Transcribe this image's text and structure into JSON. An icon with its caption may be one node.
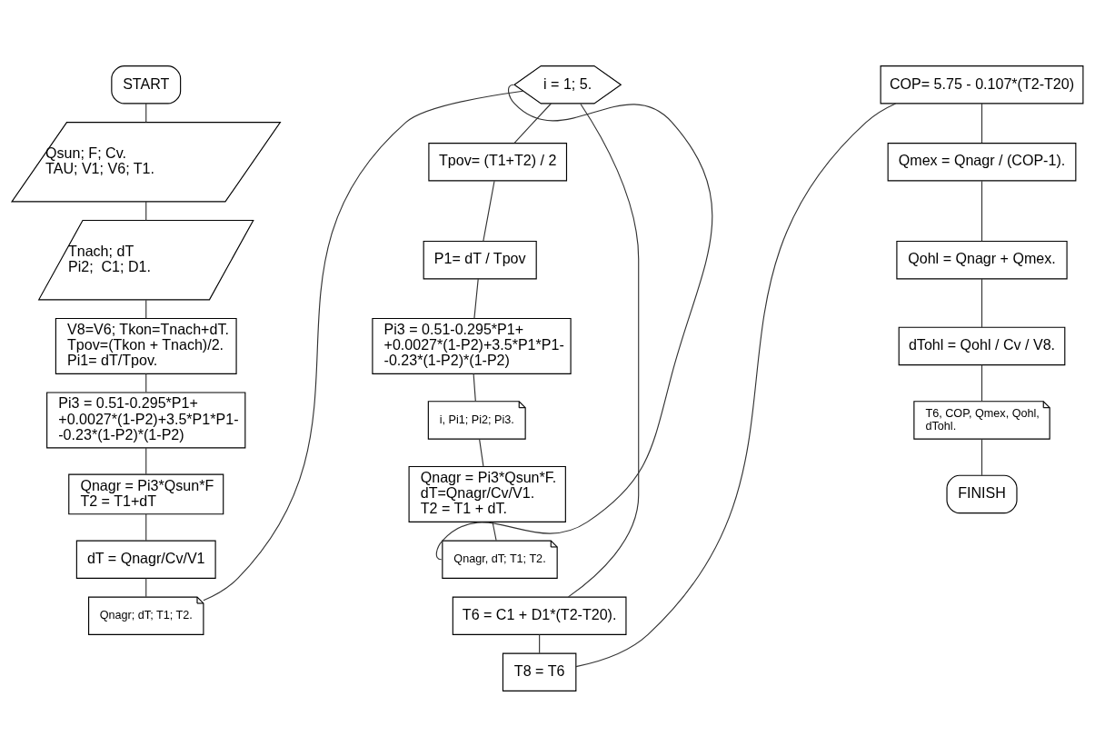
{
  "diagram": {
    "nodes": [
      {
        "text": [
          "START"
        ]
      },
      {
        "text": [
          "Qsun; F; Cv.",
          "TAU; V1; V6; T1."
        ]
      },
      {
        "text": [
          "Tnach; dT",
          "Pi2;  C1; D1."
        ]
      },
      {
        "text": [
          "V8=V6; Tkon=Tnach+dT.",
          "Tpov=(Tkon + Tnach)/2.",
          "Pi1= dT/Tpov."
        ]
      },
      {
        "text": [
          "Pi3 = 0.51-0.295*P1+ +0.0027*(1-P2)+3.5*P1*P1- -0.23*(1-P2)*(1-P2)"
        ]
      },
      {
        "text": [
          "Qnagr = Pi3*Qsun*F",
          "T2 = T1+dT"
        ]
      },
      {
        "text": [
          "dT = Qnagr/Cv/V1"
        ]
      },
      {
        "text": [
          "Qnagr; dT; T1; T2."
        ]
      },
      {
        "text": [
          "i = 1; 5."
        ]
      },
      {
        "text": [
          "Tpov= (T1+T2) / 2"
        ]
      },
      {
        "text": [
          "P1= dT / Tpov"
        ]
      },
      {
        "text": [
          "Pi3 = 0.51-0.295*P1+ +0.0027*(1-P2)+3.5*P1*P1- -0.23*(1-P2)*(1-P2)"
        ]
      },
      {
        "text": [
          "i, Pi1; Pi2; Pi3."
        ]
      },
      {
        "text": [
          "Qnagr = Pi3*Qsun*F.",
          "dT=Qnagr/Cv/V1.",
          "T2 = T1 + dT."
        ]
      },
      {
        "text": [
          "Qnagr, dT; T1; T2."
        ]
      },
      {
        "text": [
          "T6 = C1 + D1*(T2-T20)."
        ]
      },
      {
        "text": [
          "T8 = T6"
        ]
      },
      {
        "text": [
          "COP= 5.75 - 0.107*(T2-T20)"
        ]
      },
      {
        "text": [
          "Qmex = Qnagr / (COP-1)."
        ]
      },
      {
        "text": [
          "Qohl = Qnagr + Qmex."
        ]
      },
      {
        "text": [
          "dTohl = Qohl / Cv / V8."
        ]
      },
      {
        "text": [
          "T6, COP, Qmex, Qohl, dTohl."
        ]
      },
      {
        "text": [
          "FINISH"
        ]
      }
    ],
    "edges": [
      {
        "from": 0,
        "to": 1,
        "arrow": "none"
      },
      {
        "from": 1,
        "to": 2,
        "arrow": "none"
      },
      {
        "from": 2,
        "to": 3,
        "arrow": "none"
      },
      {
        "from": 3,
        "to": 4,
        "arrow": "none"
      },
      {
        "from": 4,
        "to": 5,
        "arrow": "none"
      },
      {
        "from": 5,
        "to": 6,
        "arrow": "none"
      },
      {
        "from": 6,
        "to": 7,
        "arrow": "none"
      },
      {
        "from": 7,
        "to": 8,
        "arrow": "none"
      },
      {
        "from": 8,
        "to": 9,
        "arrow": "none"
      },
      {
        "from": 9,
        "to": 10,
        "arrow": "none"
      },
      {
        "from": 10,
        "to": 11,
        "arrow": "none"
      },
      {
        "from": 11,
        "to": 12,
        "arrow": "none"
      },
      {
        "from": 12,
        "to": 13,
        "arrow": "none"
      },
      {
        "from": 13,
        "to": 14,
        "arrow": "none"
      },
      {
        "from": 14,
        "to": 8,
        "arrow": "none"
      },
      {
        "from": 8,
        "to": 15,
        "arrow": "none"
      },
      {
        "from": 15,
        "to": 16,
        "arrow": "none"
      },
      {
        "from": 16,
        "to": 17,
        "arrow": "none"
      },
      {
        "from": 17,
        "to": 18,
        "arrow": "none"
      },
      {
        "from": 18,
        "to": 19,
        "arrow": "none"
      },
      {
        "from": 19,
        "to": 20,
        "arrow": "none"
      },
      {
        "from": 20,
        "to": 21,
        "arrow": "none"
      },
      {
        "from": 21,
        "to": 22,
        "arrow": "none"
      }
    ]
  }
}
